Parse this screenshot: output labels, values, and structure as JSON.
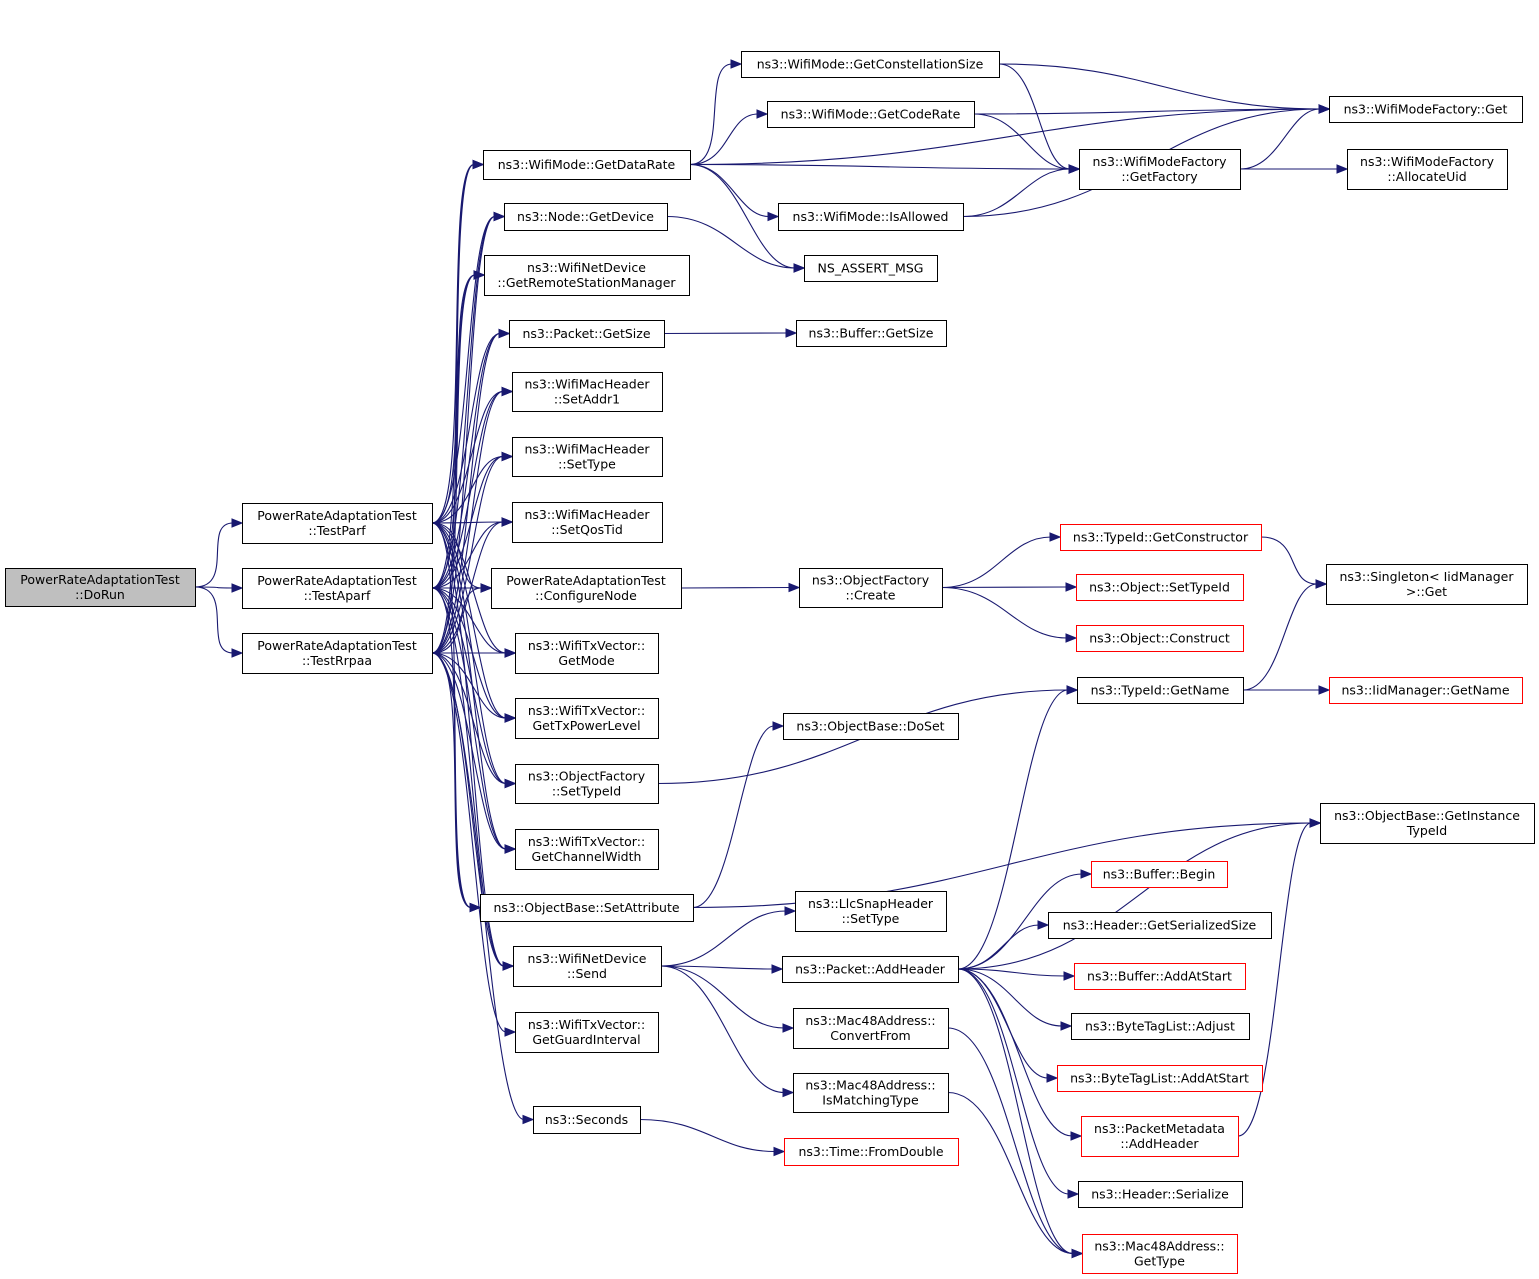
{
  "colors": {
    "edge": "#191970",
    "node_border": "#000000",
    "node_border_truncated": "#ff0000",
    "node_fill": "#ffffff",
    "root_fill": "#bfbfbf",
    "text": "#000000"
  },
  "nodes": [
    {
      "id": "dorun",
      "lines": [
        "PowerRateAdaptationTest",
        "::DoRun"
      ],
      "style": "root"
    },
    {
      "id": "testparf",
      "lines": [
        "PowerRateAdaptationTest",
        "::TestParf"
      ],
      "style": "normal"
    },
    {
      "id": "testaparf",
      "lines": [
        "PowerRateAdaptationTest",
        "::TestAparf"
      ],
      "style": "normal"
    },
    {
      "id": "testrrpaa",
      "lines": [
        "PowerRateAdaptationTest",
        "::TestRrpaa"
      ],
      "style": "normal"
    },
    {
      "id": "getdatarate",
      "lines": [
        "ns3::WifiMode::GetDataRate"
      ],
      "style": "normal"
    },
    {
      "id": "getdevice",
      "lines": [
        "ns3::Node::GetDevice"
      ],
      "style": "normal"
    },
    {
      "id": "getrsm",
      "lines": [
        "ns3::WifiNetDevice",
        "::GetRemoteStationManager"
      ],
      "style": "normal"
    },
    {
      "id": "pktgetsize",
      "lines": [
        "ns3::Packet::GetSize"
      ],
      "style": "normal"
    },
    {
      "id": "setaddr1",
      "lines": [
        "ns3::WifiMacHeader",
        "::SetAddr1"
      ],
      "style": "normal"
    },
    {
      "id": "settype",
      "lines": [
        "ns3::WifiMacHeader",
        "::SetType"
      ],
      "style": "normal"
    },
    {
      "id": "setqostid",
      "lines": [
        "ns3::WifiMacHeader",
        "::SetQosTid"
      ],
      "style": "normal"
    },
    {
      "id": "confnode",
      "lines": [
        "PowerRateAdaptationTest",
        "::ConfigureNode"
      ],
      "style": "normal"
    },
    {
      "id": "getmode",
      "lines": [
        "ns3::WifiTxVector::",
        "GetMode"
      ],
      "style": "normal"
    },
    {
      "id": "gettxpl",
      "lines": [
        "ns3::WifiTxVector::",
        "GetTxPowerLevel"
      ],
      "style": "normal"
    },
    {
      "id": "ofsettypeid",
      "lines": [
        "ns3::ObjectFactory",
        "::SetTypeId"
      ],
      "style": "normal"
    },
    {
      "id": "getchw",
      "lines": [
        "ns3::WifiTxVector::",
        "GetChannelWidth"
      ],
      "style": "normal"
    },
    {
      "id": "setattr",
      "lines": [
        "ns3::ObjectBase::SetAttribute"
      ],
      "style": "normal"
    },
    {
      "id": "wndsend",
      "lines": [
        "ns3::WifiNetDevice",
        "::Send"
      ],
      "style": "normal"
    },
    {
      "id": "getgi",
      "lines": [
        "ns3::WifiTxVector::",
        "GetGuardInterval"
      ],
      "style": "normal"
    },
    {
      "id": "seconds",
      "lines": [
        "ns3::Seconds"
      ],
      "style": "normal"
    },
    {
      "id": "getconst",
      "lines": [
        "ns3::WifiMode::GetConstellationSize"
      ],
      "style": "normal"
    },
    {
      "id": "getcoderate",
      "lines": [
        "ns3::WifiMode::GetCodeRate"
      ],
      "style": "normal"
    },
    {
      "id": "isallowed",
      "lines": [
        "ns3::WifiMode::IsAllowed"
      ],
      "style": "normal"
    },
    {
      "id": "nsassert",
      "lines": [
        "NS_ASSERT_MSG"
      ],
      "style": "normal"
    },
    {
      "id": "bufgetsize",
      "lines": [
        "ns3::Buffer::GetSize"
      ],
      "style": "normal"
    },
    {
      "id": "ofcreate",
      "lines": [
        "ns3::ObjectFactory",
        "::Create"
      ],
      "style": "normal"
    },
    {
      "id": "obdoset",
      "lines": [
        "ns3::ObjectBase::DoSet"
      ],
      "style": "normal"
    },
    {
      "id": "llcsettype",
      "lines": [
        "ns3::LlcSnapHeader",
        "::SetType"
      ],
      "style": "normal"
    },
    {
      "id": "pktaddheader",
      "lines": [
        "ns3::Packet::AddHeader"
      ],
      "style": "normal"
    },
    {
      "id": "macconvfrom",
      "lines": [
        "ns3::Mac48Address::",
        "ConvertFrom"
      ],
      "style": "normal"
    },
    {
      "id": "macismatching",
      "lines": [
        "ns3::Mac48Address::",
        "IsMatchingType"
      ],
      "style": "normal"
    },
    {
      "id": "timefromdouble",
      "lines": [
        "ns3::Time::FromDouble"
      ],
      "style": "truncated"
    },
    {
      "id": "wmfget",
      "lines": [
        "ns3::WifiModeFactory::Get"
      ],
      "style": "normal"
    },
    {
      "id": "wmfgetfactory",
      "lines": [
        "ns3::WifiModeFactory",
        "::GetFactory"
      ],
      "style": "normal"
    },
    {
      "id": "wmfallocuid",
      "lines": [
        "ns3::WifiModeFactory",
        "::AllocateUid"
      ],
      "style": "normal"
    },
    {
      "id": "tidgetctor",
      "lines": [
        "ns3::TypeId::GetConstructor"
      ],
      "style": "truncated"
    },
    {
      "id": "objsettypeid",
      "lines": [
        "ns3::Object::SetTypeId"
      ],
      "style": "truncated"
    },
    {
      "id": "objconstruct",
      "lines": [
        "ns3::Object::Construct"
      ],
      "style": "truncated"
    },
    {
      "id": "tidgetname",
      "lines": [
        "ns3::TypeId::GetName"
      ],
      "style": "normal"
    },
    {
      "id": "bufbegin",
      "lines": [
        "ns3::Buffer::Begin"
      ],
      "style": "truncated"
    },
    {
      "id": "hdrgetser",
      "lines": [
        "ns3::Header::GetSerializedSize"
      ],
      "style": "normal"
    },
    {
      "id": "bufaddatstart",
      "lines": [
        "ns3::Buffer::AddAtStart"
      ],
      "style": "truncated"
    },
    {
      "id": "btladjust",
      "lines": [
        "ns3::ByteTagList::Adjust"
      ],
      "style": "normal"
    },
    {
      "id": "btladdatstart",
      "lines": [
        "ns3::ByteTagList::AddAtStart"
      ],
      "style": "truncated"
    },
    {
      "id": "pmaddheader",
      "lines": [
        "ns3::PacketMetadata",
        "::AddHeader"
      ],
      "style": "truncated"
    },
    {
      "id": "hdrserialize",
      "lines": [
        "ns3::Header::Serialize"
      ],
      "style": "normal"
    },
    {
      "id": "macgettype",
      "lines": [
        "ns3::Mac48Address::",
        "GetType"
      ],
      "style": "truncated"
    },
    {
      "id": "singletonget",
      "lines": [
        "ns3::Singleton< IidManager",
        ">::Get"
      ],
      "style": "normal"
    },
    {
      "id": "iidgetname",
      "lines": [
        "ns3::IidManager::GetName"
      ],
      "style": "truncated"
    },
    {
      "id": "obgetinst",
      "lines": [
        "ns3::ObjectBase::GetInstance",
        "TypeId"
      ],
      "style": "normal"
    }
  ],
  "edges": [
    [
      "dorun",
      "testparf"
    ],
    [
      "dorun",
      "testaparf"
    ],
    [
      "dorun",
      "testrrpaa"
    ],
    [
      "testparf",
      "getdatarate"
    ],
    [
      "testparf",
      "getdevice"
    ],
    [
      "testparf",
      "getrsm"
    ],
    [
      "testparf",
      "pktgetsize"
    ],
    [
      "testparf",
      "setaddr1"
    ],
    [
      "testparf",
      "settype"
    ],
    [
      "testparf",
      "setqostid"
    ],
    [
      "testparf",
      "confnode"
    ],
    [
      "testparf",
      "getmode"
    ],
    [
      "testparf",
      "gettxpl"
    ],
    [
      "testparf",
      "ofsettypeid"
    ],
    [
      "testparf",
      "getchw"
    ],
    [
      "testparf",
      "setattr"
    ],
    [
      "testparf",
      "wndsend"
    ],
    [
      "testaparf",
      "getdatarate"
    ],
    [
      "testaparf",
      "getdevice"
    ],
    [
      "testaparf",
      "getrsm"
    ],
    [
      "testaparf",
      "pktgetsize"
    ],
    [
      "testaparf",
      "setaddr1"
    ],
    [
      "testaparf",
      "settype"
    ],
    [
      "testaparf",
      "setqostid"
    ],
    [
      "testaparf",
      "confnode"
    ],
    [
      "testaparf",
      "getmode"
    ],
    [
      "testaparf",
      "gettxpl"
    ],
    [
      "testaparf",
      "ofsettypeid"
    ],
    [
      "testaparf",
      "getchw"
    ],
    [
      "testaparf",
      "setattr"
    ],
    [
      "testaparf",
      "wndsend"
    ],
    [
      "testrrpaa",
      "getdatarate"
    ],
    [
      "testrrpaa",
      "getdevice"
    ],
    [
      "testrrpaa",
      "getrsm"
    ],
    [
      "testrrpaa",
      "pktgetsize"
    ],
    [
      "testrrpaa",
      "setaddr1"
    ],
    [
      "testrrpaa",
      "settype"
    ],
    [
      "testrrpaa",
      "setqostid"
    ],
    [
      "testrrpaa",
      "confnode"
    ],
    [
      "testrrpaa",
      "getmode"
    ],
    [
      "testrrpaa",
      "gettxpl"
    ],
    [
      "testrrpaa",
      "ofsettypeid"
    ],
    [
      "testrrpaa",
      "getchw"
    ],
    [
      "testrrpaa",
      "setattr"
    ],
    [
      "testrrpaa",
      "wndsend"
    ],
    [
      "testrrpaa",
      "getgi"
    ],
    [
      "testrrpaa",
      "seconds"
    ],
    [
      "getdatarate",
      "getconst"
    ],
    [
      "getdatarate",
      "getcoderate"
    ],
    [
      "getdatarate",
      "wmfgetfactory"
    ],
    [
      "getdatarate",
      "isallowed"
    ],
    [
      "getdatarate",
      "nsassert"
    ],
    [
      "getdatarate",
      "wmfget"
    ],
    [
      "getdevice",
      "nsassert"
    ],
    [
      "pktgetsize",
      "bufgetsize"
    ],
    [
      "confnode",
      "ofcreate"
    ],
    [
      "ofsettypeid",
      "tidgetname"
    ],
    [
      "setattr",
      "obdoset"
    ],
    [
      "setattr",
      "obgetinst"
    ],
    [
      "wndsend",
      "llcsettype"
    ],
    [
      "wndsend",
      "pktaddheader"
    ],
    [
      "wndsend",
      "macconvfrom"
    ],
    [
      "wndsend",
      "macismatching"
    ],
    [
      "seconds",
      "timefromdouble"
    ],
    [
      "getconst",
      "wmfget"
    ],
    [
      "getconst",
      "wmfgetfactory"
    ],
    [
      "getcoderate",
      "wmfget"
    ],
    [
      "getcoderate",
      "wmfgetfactory"
    ],
    [
      "isallowed",
      "wmfgetfactory"
    ],
    [
      "isallowed",
      "wmfget"
    ],
    [
      "wmfgetfactory",
      "wmfget"
    ],
    [
      "wmfgetfactory",
      "wmfallocuid"
    ],
    [
      "ofcreate",
      "tidgetctor"
    ],
    [
      "ofcreate",
      "objsettypeid"
    ],
    [
      "ofcreate",
      "objconstruct"
    ],
    [
      "tidgetctor",
      "singletonget"
    ],
    [
      "tidgetname",
      "singletonget"
    ],
    [
      "tidgetname",
      "iidgetname"
    ],
    [
      "pktaddheader",
      "tidgetname"
    ],
    [
      "pktaddheader",
      "obgetinst"
    ],
    [
      "pktaddheader",
      "bufbegin"
    ],
    [
      "pktaddheader",
      "hdrgetser"
    ],
    [
      "pktaddheader",
      "bufaddatstart"
    ],
    [
      "pktaddheader",
      "btladjust"
    ],
    [
      "pktaddheader",
      "btladdatstart"
    ],
    [
      "pktaddheader",
      "pmaddheader"
    ],
    [
      "pktaddheader",
      "hdrserialize"
    ],
    [
      "pktaddheader",
      "macgettype"
    ],
    [
      "macconvfrom",
      "macgettype"
    ],
    [
      "macismatching",
      "macgettype"
    ],
    [
      "pmaddheader",
      "obgetinst"
    ]
  ]
}
